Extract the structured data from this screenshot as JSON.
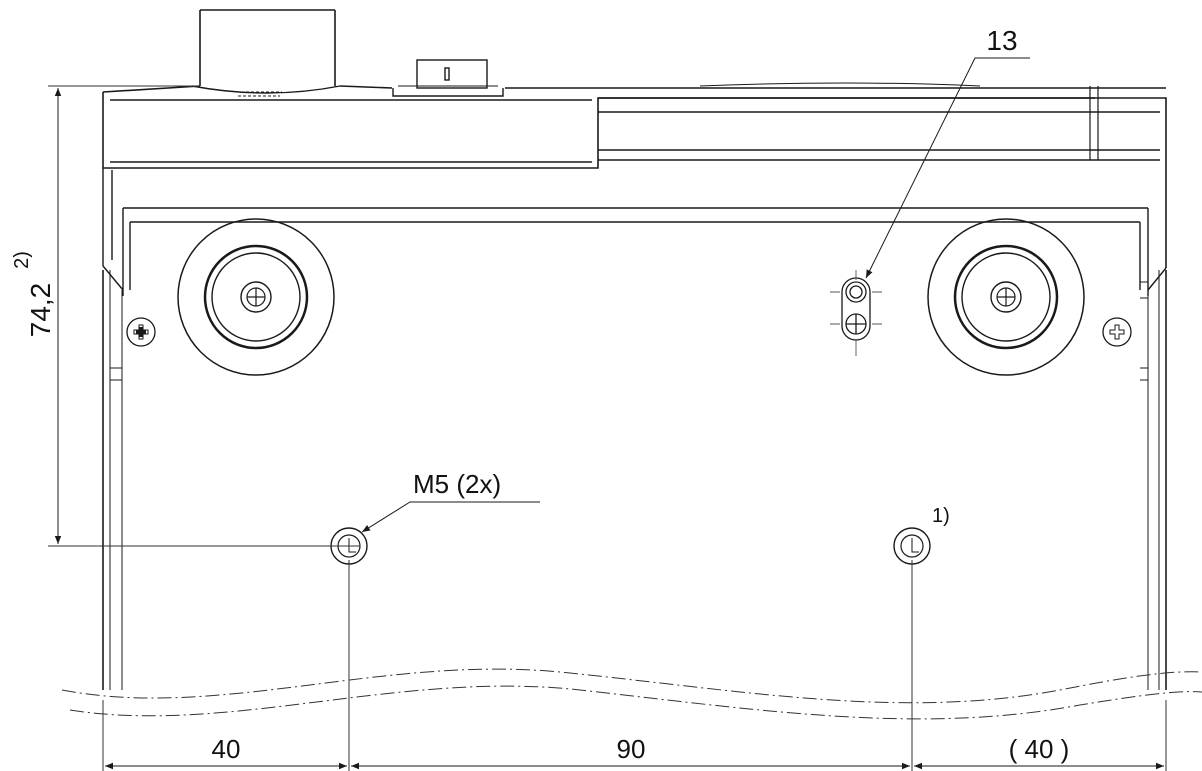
{
  "labels": {
    "callout_13": "13",
    "thread": "M5 (2x)",
    "note_1": "1)",
    "dim_vertical": "74,2",
    "note_2": "2)",
    "dim_left": "40",
    "dim_middle": "90",
    "dim_right": "( 40 )"
  },
  "colors": {
    "line": "#1a1a1a",
    "thin": "#555555",
    "background": "#ffffff"
  }
}
